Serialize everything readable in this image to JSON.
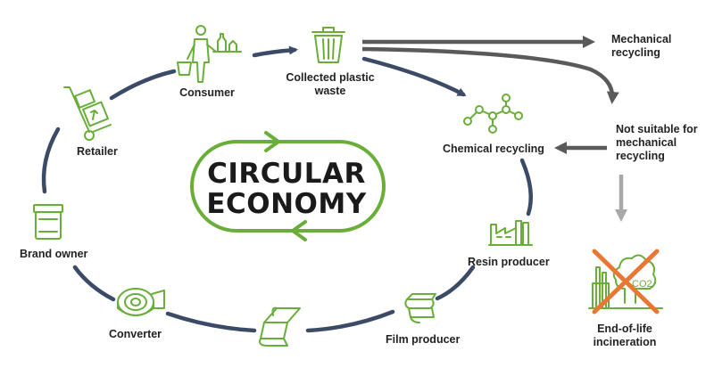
{
  "title": {
    "line1": "CIRCULAR",
    "line2": "ECONOMY"
  },
  "nodes": {
    "consumer": "Consumer",
    "collected_line1": "Collected plastic",
    "collected_line2": "waste",
    "retailer": "Retailer",
    "brand_owner": "Brand owner",
    "converter": "Converter",
    "film_producer": "Film producer",
    "resin_producer": "Resin producer",
    "chemical_recycling": "Chemical recycling",
    "mechanical_line1": "Mechanical",
    "mechanical_line2": "recycling",
    "not_suitable_line1": "Not suitable for",
    "not_suitable_line2": "mechanical",
    "not_suitable_line3": "recycling",
    "incineration_line1": "End-of-life",
    "incineration_line2": "incineration",
    "co2_label": "CO2"
  },
  "colors": {
    "green": "#6aae3a",
    "navy": "#3b4a66",
    "grey": "#5a5a5a",
    "light_grey": "#a9a9a9",
    "orange": "#e97632"
  },
  "icons": [
    "person-with-cart-icon",
    "trash-bin-icon",
    "hand-truck-icon",
    "molecule-icon",
    "jar-icon",
    "factory-icon",
    "film-roll-icon",
    "film-sheet-icon",
    "film-strip-icon",
    "crossed-incineration-icon"
  ]
}
